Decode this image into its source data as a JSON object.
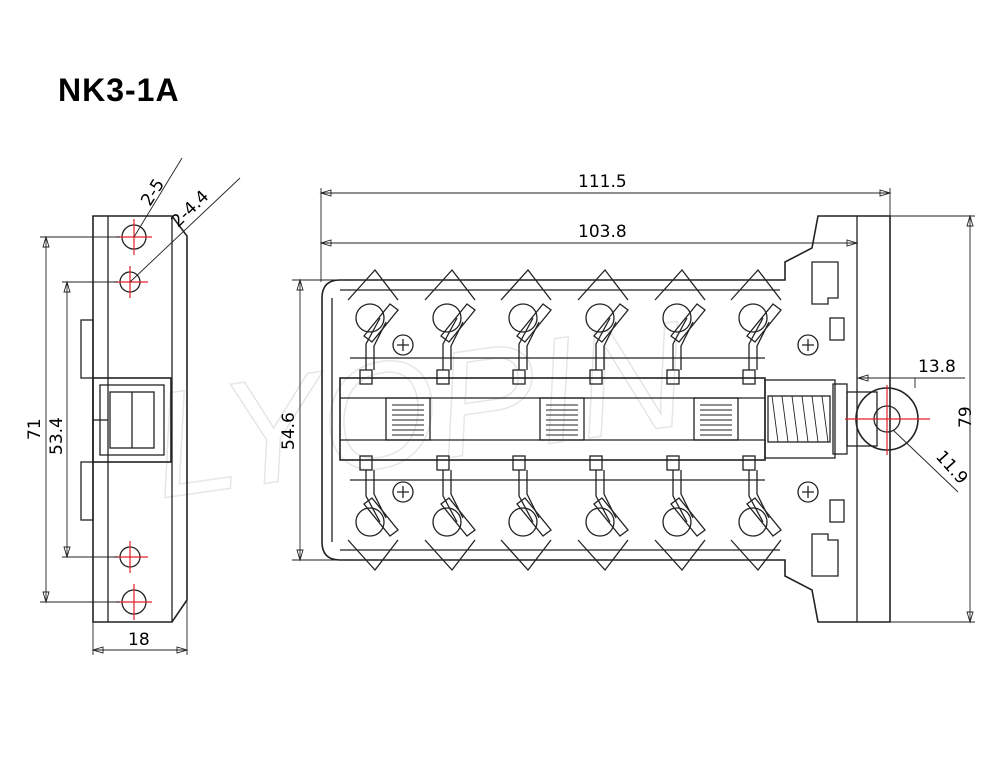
{
  "title": "NK3-1A",
  "watermark": "LYOPIN",
  "colors": {
    "line": "#222222",
    "centerline": "#e0202a",
    "background": "#ffffff"
  },
  "dimensions": {
    "hole_large": "2-5",
    "hole_small": "2-4.4",
    "height_total": "71",
    "hole_spacing": "53.4",
    "side_width": "18",
    "length_total": "111.5",
    "length_body": "103.8",
    "body_height": "54.6",
    "roller_offset": "13.8",
    "actuator_height": "79",
    "roller_diameter": "11.9"
  }
}
